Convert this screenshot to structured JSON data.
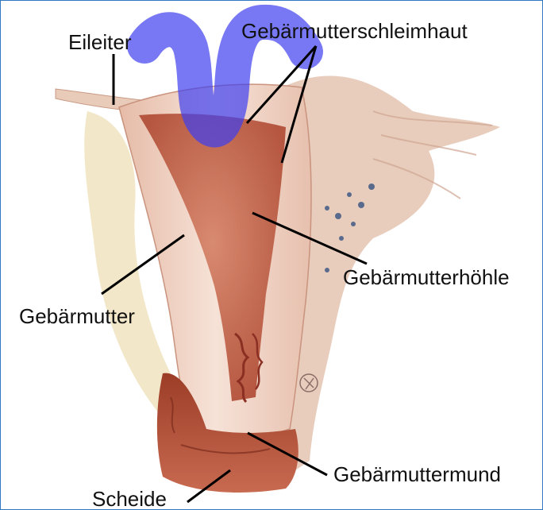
{
  "labels": {
    "eileiter": "Eileiter",
    "schleimhaut": "Gebärmutterschleimhaut",
    "hoehle": "Gebärmutterhöhle",
    "gebaermutter": "Gebärmutter",
    "mund": "Gebärmuttermund",
    "scheide": "Scheide"
  },
  "icons": {
    "watermark": "watermark-m-stroke",
    "signature": "artist-signature-mark"
  },
  "colors": {
    "frame": "#2f78c2",
    "watermark": "#3f3ff0",
    "wall": "#f1d6c8",
    "cavity": "#c86a55",
    "vagina": "#a8452f",
    "tissue": "#e9c9b8"
  }
}
